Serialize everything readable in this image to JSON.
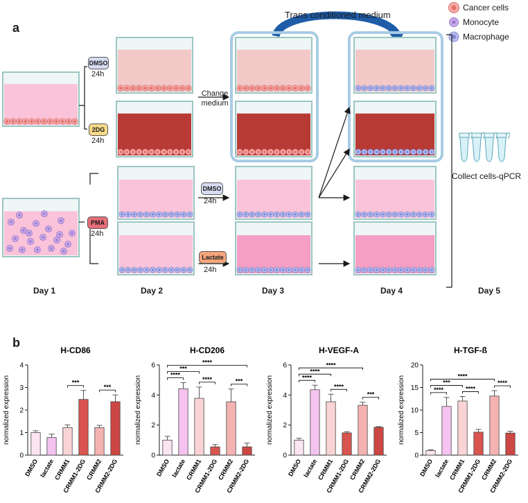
{
  "panel_a": {
    "letter": "a",
    "legend": [
      {
        "label": "Cancer cells",
        "icon": "cancer-cell-icon",
        "color": "#f08a8a"
      },
      {
        "label": "Monocyte",
        "icon": "monocyte-icon",
        "color": "#b596d8"
      },
      {
        "label": "Macrophage",
        "icon": "macrophage-icon",
        "color": "#9aa3e0"
      }
    ],
    "transfer_label": "Trans conditioned medium",
    "change_medium_label": "Change\nmedium",
    "treatments": {
      "dmso_top": "DMSO",
      "twodg": "2DG",
      "pma": "PMA",
      "dmso_mid": "DMSO",
      "lactate": "Lactate",
      "time": "24h"
    },
    "days": [
      "Day 1",
      "Day 2",
      "Day 3",
      "Day 4",
      "Day 5"
    ],
    "collect_label": "Collect cells-qPCR",
    "colors": {
      "light_pink": "#f3c9c8",
      "dark_red": "#b73a35",
      "medium_pink": "#fbc3d9",
      "hot_pink": "#f79ec4",
      "frame_blue": "#a8cce4"
    }
  },
  "panel_b": {
    "letter": "b",
    "categories": [
      "DMSO",
      "lactate",
      "CRMM1",
      "CRMM1-2DG",
      "CRMM2",
      "CRMM2-2DG"
    ],
    "ylabel": "normalized expression"
  },
  "chart_data": [
    {
      "type": "bar",
      "title": "H-CD86",
      "ylabel": "normalized expression",
      "categories": [
        "DMSO",
        "lactate",
        "CRMM1",
        "CRMM1-2DG",
        "CRMM2",
        "CRMM2-2DG"
      ],
      "values": [
        1.0,
        0.78,
        1.22,
        2.47,
        1.22,
        2.37
      ],
      "errors": [
        0.08,
        0.15,
        0.12,
        0.4,
        0.1,
        0.3
      ],
      "ylim": [
        0,
        4
      ],
      "yticks": [
        0,
        1,
        2,
        3,
        4
      ],
      "significance": [
        {
          "from": 2,
          "to": 3,
          "label": "***"
        },
        {
          "from": 4,
          "to": 5,
          "label": "***"
        }
      ]
    },
    {
      "type": "bar",
      "title": "H-CD206",
      "ylabel": "normalized expression",
      "categories": [
        "DMSO",
        "lactate",
        "CRMM1",
        "CRMM1-2DG",
        "CRMM2",
        "CRMM2-2DG"
      ],
      "values": [
        1.0,
        4.42,
        3.78,
        0.55,
        3.55,
        0.55
      ],
      "errors": [
        0.25,
        0.4,
        0.75,
        0.15,
        0.85,
        0.25
      ],
      "ylim": [
        0,
        6
      ],
      "yticks": [
        0,
        2,
        4,
        6
      ],
      "significance": [
        {
          "from": 0,
          "to": 5,
          "label": "****"
        },
        {
          "from": 0,
          "to": 2,
          "label": "***"
        },
        {
          "from": 0,
          "to": 1,
          "label": "****"
        },
        {
          "from": 2,
          "to": 3,
          "label": "****"
        },
        {
          "from": 4,
          "to": 5,
          "label": "***"
        }
      ]
    },
    {
      "type": "bar",
      "title": "H-VEGF-A",
      "ylabel": "normalized expression",
      "categories": [
        "DMSO",
        "lactate",
        "CRMM1",
        "CRMM1-2DG",
        "CRMM2",
        "CRMM2-2DG"
      ],
      "values": [
        1.0,
        4.35,
        3.55,
        1.48,
        3.32,
        1.85
      ],
      "errors": [
        0.12,
        0.3,
        0.5,
        0.08,
        0.2,
        0.05
      ],
      "ylim": [
        0,
        6
      ],
      "yticks": [
        0,
        2,
        4,
        6
      ],
      "significance": [
        {
          "from": 0,
          "to": 4,
          "label": "****"
        },
        {
          "from": 0,
          "to": 2,
          "label": "****"
        },
        {
          "from": 0,
          "to": 1,
          "label": "****"
        },
        {
          "from": 2,
          "to": 3,
          "label": "****"
        },
        {
          "from": 4,
          "to": 5,
          "label": "***"
        }
      ]
    },
    {
      "type": "bar",
      "title": "H-TGF-ß",
      "ylabel": "normalized expression",
      "categories": [
        "DMSO",
        "lactate",
        "CRMM1",
        "CRMM1-2DG",
        "CRMM2",
        "CRMM2-2DG"
      ],
      "values": [
        1.0,
        10.8,
        12.0,
        5.1,
        13.1,
        4.9
      ],
      "errors": [
        0.2,
        2.0,
        1.0,
        0.6,
        1.2,
        0.4
      ],
      "ylim": [
        0,
        20
      ],
      "yticks": [
        0,
        5,
        10,
        15,
        20
      ],
      "significance": [
        {
          "from": 0,
          "to": 4,
          "label": "****"
        },
        {
          "from": 0,
          "to": 2,
          "label": "***"
        },
        {
          "from": 0,
          "to": 1,
          "label": "****"
        },
        {
          "from": 2,
          "to": 3,
          "label": "****"
        },
        {
          "from": 4,
          "to": 5,
          "label": "****"
        }
      ]
    }
  ],
  "bar_colors": [
    "#fde4f1",
    "#f5c3f0",
    "#fad4d4",
    "#d9544f",
    "#f4b3b1",
    "#cc4743"
  ]
}
